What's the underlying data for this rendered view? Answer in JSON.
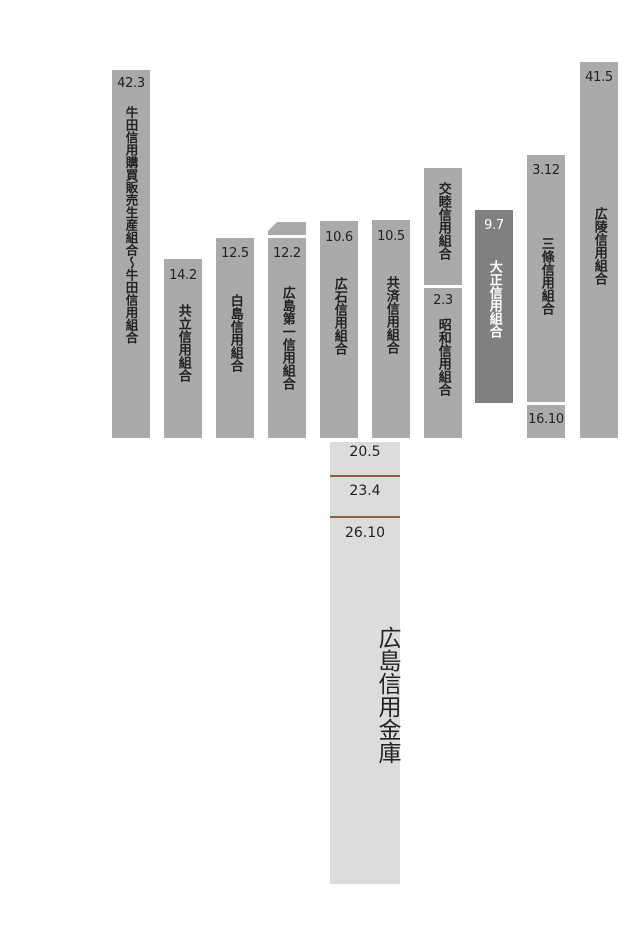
{
  "columns": [
    {
      "id": "ushita",
      "year": "42.3",
      "name": "牛田信用購買販売生産組合～牛田信用組合"
    },
    {
      "id": "kyoritsu",
      "year": "14.2",
      "name": "共立信用組合"
    },
    {
      "id": "hakushima",
      "year": "12.5",
      "name": "白島信用組合"
    },
    {
      "id": "hiroshima-daiichi",
      "year": "12.2",
      "name": "広島第一信用組合"
    },
    {
      "id": "hiroishi",
      "year": "10.6",
      "name": "広石信用組合"
    },
    {
      "id": "kyosai",
      "year": "10.5",
      "name": "共済信用組合"
    },
    {
      "id": "koboku",
      "year_top": "",
      "name_top": "交睦信用組合",
      "year": "2.3",
      "name": "昭和信用組合"
    },
    {
      "id": "taisho",
      "year": "9.7",
      "name": "大正信用組合"
    },
    {
      "id": "sanjo",
      "year": "3.12",
      "name": "三條信用組合",
      "year_bottom": "16.10"
    },
    {
      "id": "koryo",
      "year": "41.5",
      "name": "広陵信用組合"
    }
  ],
  "main": {
    "years": [
      "20.5",
      "23.4",
      "26.10"
    ],
    "name": "広島信用金庫"
  },
  "colors": {
    "bar": "#aaaaaa",
    "bar_dark": "#808080",
    "main": "#dcdcdc",
    "divider": "#8b5e45"
  }
}
